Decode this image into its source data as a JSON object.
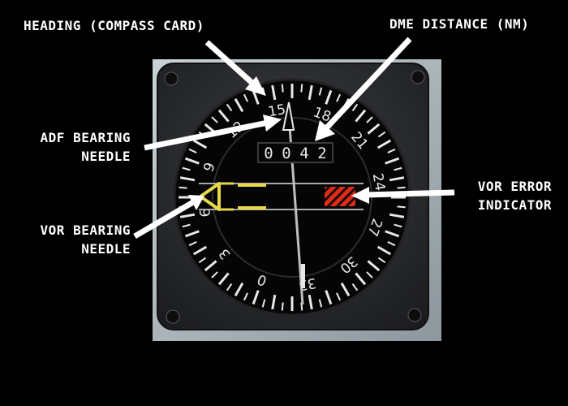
{
  "callouts": {
    "heading": "HEADING (COMPASS CARD)",
    "dme": "DME DISTANCE (NM)",
    "adf_line1": "ADF BEARING",
    "adf_line2": "NEEDLE",
    "vor_error_line1": "VOR ERROR",
    "vor_error_line2": "INDICATOR",
    "vor_bearing_line1": "VOR BEARING",
    "vor_bearing_line2": "NEEDLE"
  },
  "instrument": {
    "dme_digits": [
      "0",
      "0",
      "4",
      "2"
    ],
    "compass_labels": [
      {
        "text": "0",
        "angle": 0
      },
      {
        "text": "3",
        "angle": 30
      },
      {
        "text": "6",
        "angle": 60
      },
      {
        "text": "9",
        "angle": 90
      },
      {
        "text": "12",
        "angle": 120
      },
      {
        "text": "15",
        "angle": 150
      },
      {
        "text": "18",
        "angle": 180
      },
      {
        "text": "21",
        "angle": 210
      },
      {
        "text": "24",
        "angle": 240
      },
      {
        "text": "27",
        "angle": 270
      },
      {
        "text": "30",
        "angle": 300
      },
      {
        "text": "33",
        "angle": 330
      }
    ]
  },
  "colors": {
    "background": "#000000",
    "callout_text": "#ffffff",
    "arrow": "#ffffff",
    "bezel": "#2b2d31",
    "panel": "#b9c3c8",
    "vor_needle": "#e6d84a",
    "vor_error_flag": "#e02a1a",
    "dial_face": "#050505",
    "scale_marks": "#e8e8e8"
  },
  "icons": {
    "screws": "screw-icon",
    "adf_needle": "adf-needle-icon",
    "vor_needle": "vor-needle-icon"
  }
}
